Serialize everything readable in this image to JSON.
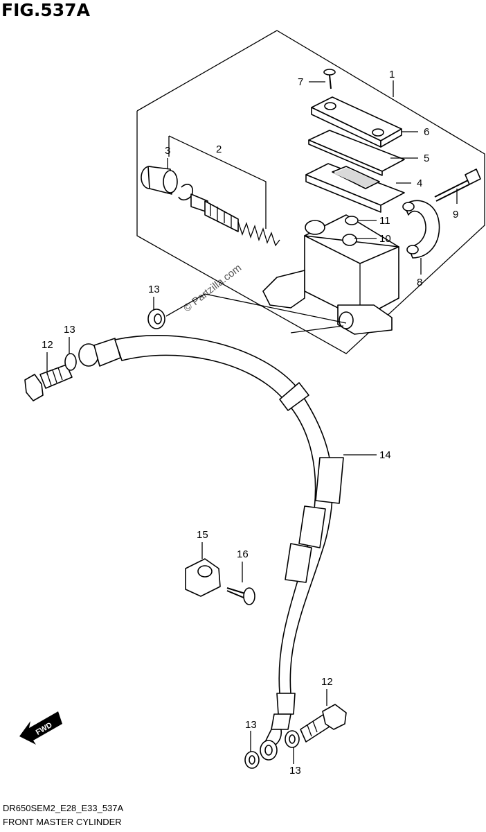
{
  "figure_title": "FIG.537A",
  "footer": {
    "code": "DR650SEM2_E28_E33_537A",
    "name": "FRONT MASTER CYLINDER"
  },
  "watermark": "© Partzilla.com",
  "fwd_label": "FWD",
  "callouts": [
    "1",
    "2",
    "3",
    "4",
    "5",
    "6",
    "7",
    "8",
    "9",
    "10",
    "11",
    "12",
    "12",
    "13",
    "13",
    "13",
    "13",
    "14",
    "15",
    "16"
  ]
}
